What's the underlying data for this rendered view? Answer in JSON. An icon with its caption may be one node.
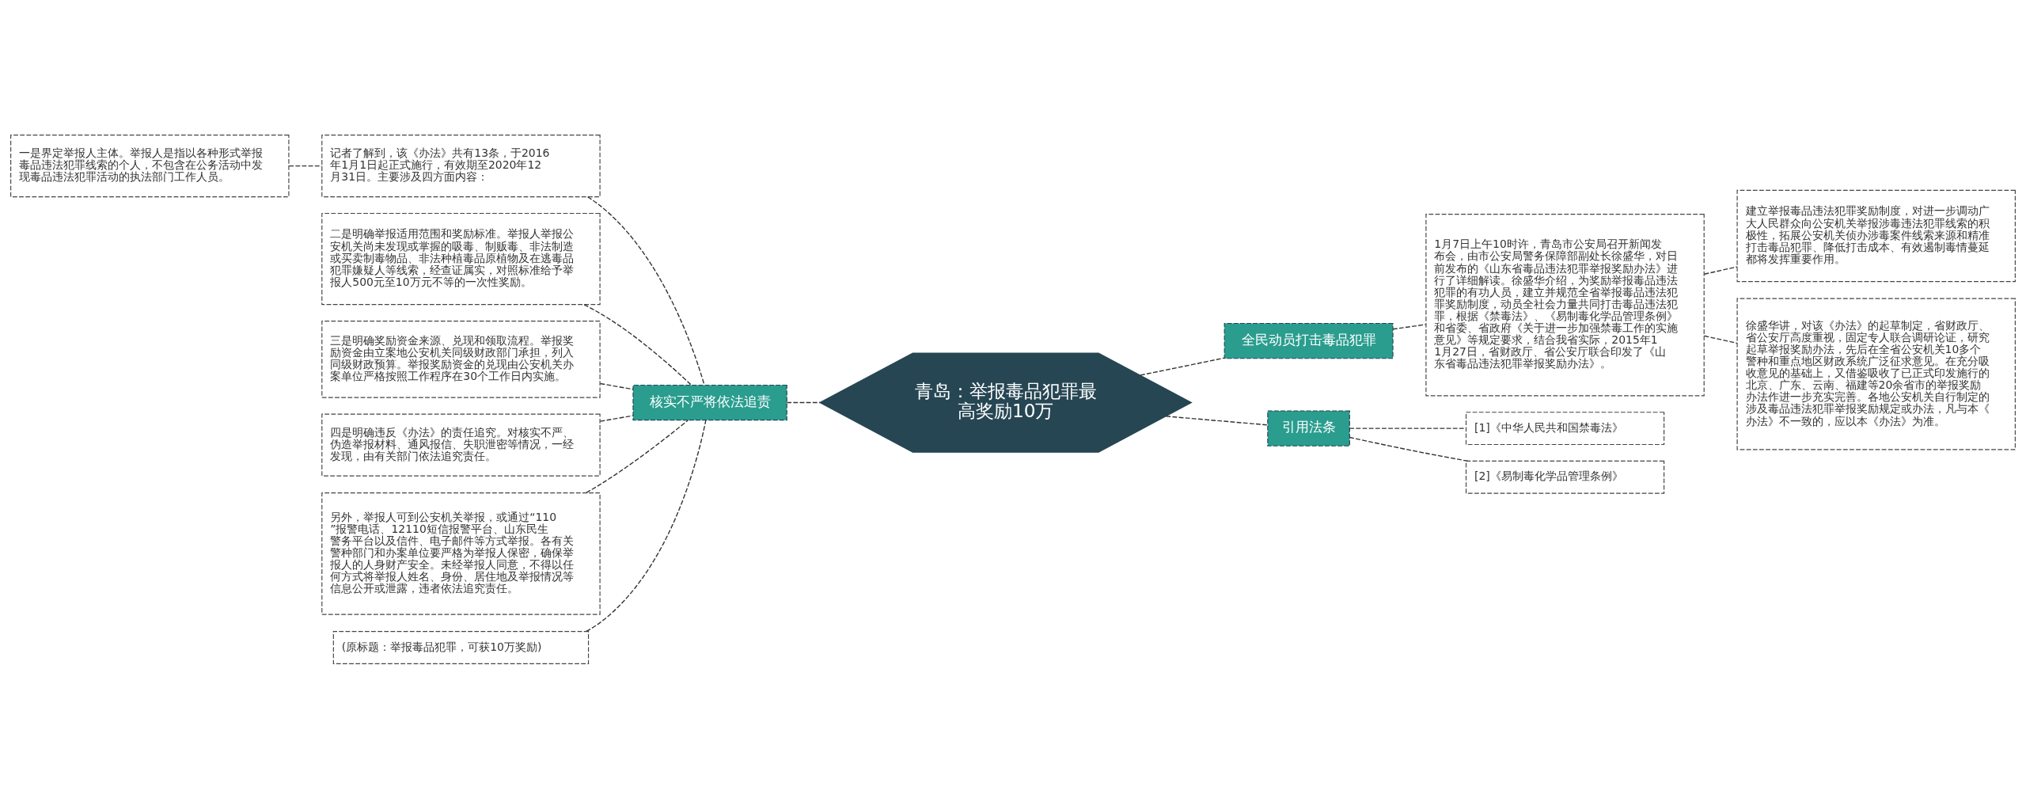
{
  "diagram": {
    "nodes": [
      {
        "text": [
          "青岛：举报毒品犯罪最高奖励10万"
        ]
      },
      {
        "text": [
          "核实不严将依法追责"
        ]
      },
      {
        "text": [
          "记者了解到，该《办法》共有13条，于2016年1月1日起正式施行，有效期至2020年12月31日。主要涉及四方面内容："
        ]
      },
      {
        "text": [
          "一是界定举报人主体。举报人是指以各种形式举报毒品违法犯罪线索的个人，不包含在公务活动中发现毒品违法犯罪活动的执法部门工作人员。"
        ]
      },
      {
        "text": [
          "二是明确举报适用范围和奖励标准。举报人举报公安机关尚未发现或掌握的吸毒、制贩毒、非法制造或买卖制毒物品、非法种植毒品原植物及在逃毒品犯罪嫌疑人等线索，经查证属实，对照标准给予举报人500元至10万元不等的一次性奖励。"
        ]
      },
      {
        "text": [
          "三是明确奖励资金来源、兑现和领取流程。举报奖励资金由立案地公安机关同级财政部门承担，列入同级财政预算。举报奖励资金的兑现由公安机关办案单位严格按照工作程序在30个工作日内实施。"
        ]
      },
      {
        "text": [
          "四是明确违反《办法》的责任追究。对核实不严、伪造举报材料、通风报信、失职泄密等情况，一经发现，由有关部门依法追究责任。"
        ]
      },
      {
        "text": [
          "另外，举报人可到公安机关举报，或通过“110”报警电话、12110短信报警平台、山东民生警务平台以及信件、电子邮件等方式举报。各有关警种部门和办案单位要严格为举报人保密，确保举报人的人身财产安全。未经举报人同意，不得以任何方式将举报人姓名、身份、居住地及举报情况等信息公开或泄露，违者依法追究责任。"
        ]
      },
      {
        "text": [
          "(原标题：举报毒品犯罪，可获10万奖励)"
        ]
      },
      {
        "text": [
          "全民动员打击毒品犯罪"
        ]
      },
      {
        "text": [
          "1月7日上午10时许，青岛市公安局召开新闻发布会，由市公安局警务保障部副处长徐盛华，对日前发布的《山东省毒品违法犯罪举报奖励办法》进行了详细解读。徐盛华介绍，为奖励举报毒品违法犯罪的有功人员，建立并规范全省举报毒品违法犯罪奖励制度，动员全社会力量共同打击毒品违法犯罪，根据《禁毒法》、《易制毒化学品管理条例》和省委、省政府《关于进一步加强禁毒工作的实施意见》等规定要求，结合我省实际，2015年11月27日，省财政厅、省公安厅联合印发了《山东省毒品违法犯罪举报奖励办法》。"
        ]
      },
      {
        "text": [
          "建立举报毒品违法犯罪奖励制度，对进一步调动广大人民群众向公安机关举报涉毒违法犯罪线索的积极性，拓展公安机关侦办涉毒案件线索来源和精准打击毒品犯罪、降低打击成本、有效遏制毒情蔓延都将发挥重要作用。"
        ]
      },
      {
        "text": [
          "徐盛华讲，对该《办法》的起草制定，省财政厅、省公安厅高度重视，固定专人联合调研论证，研究起草举报奖励办法，先后在全省公安机关10多个警种和重点地区财政系统广泛征求意见。在充分吸收意见的基础上，又借鉴吸收了已正式印发施行的北京、广东、云南、福建等20余省市的举报奖励办法作进一步充实完善。各地公安机关自行制定的涉及毒品违法犯罪举报奖励规定或办法，凡与本《办法》不一致的，应以本《办法》为准。"
        ]
      },
      {
        "text": [
          "引用法条"
        ]
      },
      {
        "text": [
          "[1]《中华人民共和国禁毒法》"
        ]
      },
      {
        "text": [
          "[2]《易制毒化学品管理条例》"
        ]
      }
    ],
    "edges": [
      {
        "from": 0,
        "to": 1,
        "arrow": "none",
        "style": "dashed"
      },
      {
        "from": 1,
        "to": 2,
        "arrow": "none",
        "style": "dashed"
      },
      {
        "from": 2,
        "to": 3,
        "arrow": "none",
        "style": "dashed"
      },
      {
        "from": 1,
        "to": 4,
        "arrow": "none",
        "style": "dashed"
      },
      {
        "from": 1,
        "to": 5,
        "arrow": "none",
        "style": "dashed"
      },
      {
        "from": 1,
        "to": 6,
        "arrow": "none",
        "style": "dashed"
      },
      {
        "from": 1,
        "to": 7,
        "arrow": "none",
        "style": "dashed"
      },
      {
        "from": 1,
        "to": 8,
        "arrow": "none",
        "style": "dashed"
      },
      {
        "from": 0,
        "to": 9,
        "arrow": "none",
        "style": "dashed"
      },
      {
        "from": 9,
        "to": 10,
        "arrow": "none",
        "style": "dashed"
      },
      {
        "from": 10,
        "to": 11,
        "arrow": "none",
        "style": "dashed"
      },
      {
        "from": 10,
        "to": 12,
        "arrow": "none",
        "style": "dashed"
      },
      {
        "from": 0,
        "to": 13,
        "arrow": "none",
        "style": "dashed"
      },
      {
        "from": 13,
        "to": 14,
        "arrow": "none",
        "style": "dashed"
      },
      {
        "from": 13,
        "to": 15,
        "arrow": "none",
        "style": "dashed"
      }
    ]
  }
}
